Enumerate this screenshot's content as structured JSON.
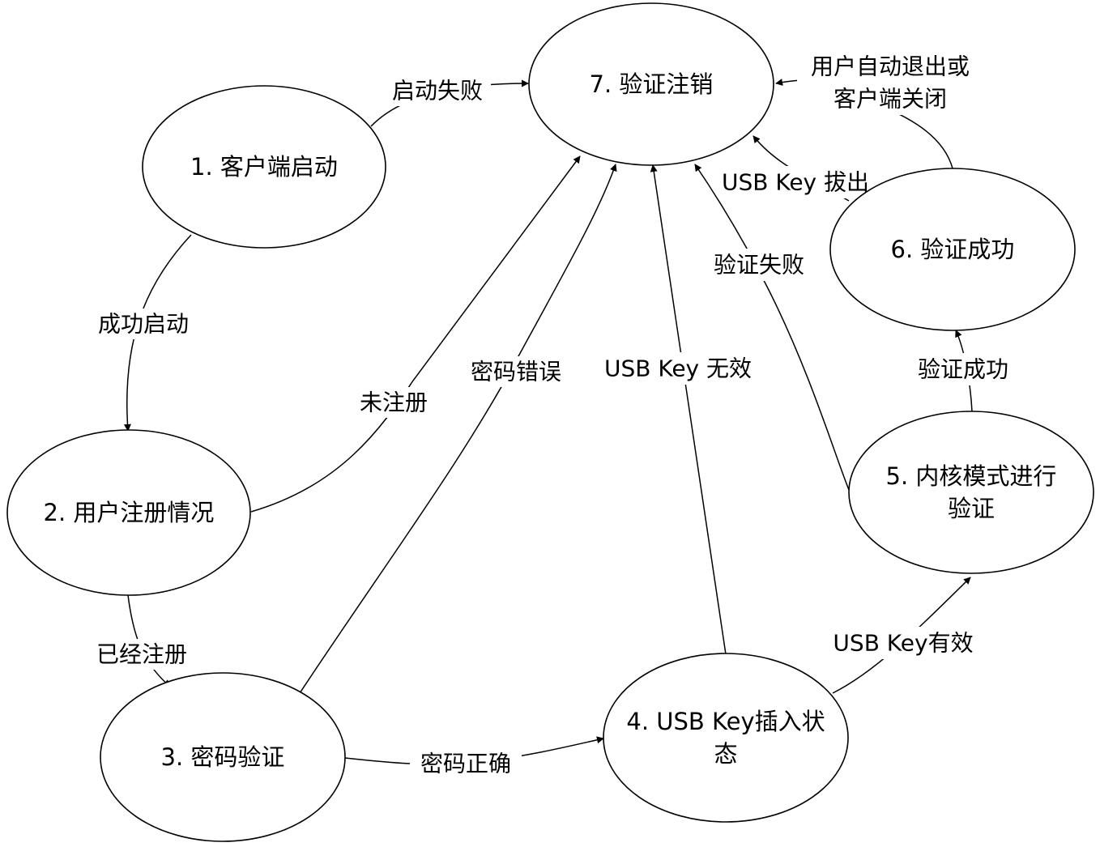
{
  "nodes": {
    "n1": {
      "label": "1. 客户端启动"
    },
    "n2": {
      "label": "2. 用户注册情况"
    },
    "n3": {
      "label": "3. 密码验证"
    },
    "n4": {
      "label_line1": "4. USB Key插入状",
      "label_line2": "态"
    },
    "n5": {
      "label_line1": "5. 内核模式进行",
      "label_line2": "验证"
    },
    "n6": {
      "label": "6. 验证成功"
    },
    "n7": {
      "label": "7. 验证注销"
    }
  },
  "edges": {
    "e1_7": {
      "label": "启动失败"
    },
    "e1_2": {
      "label": "成功启动"
    },
    "e2_7": {
      "label": "未注册"
    },
    "e2_3": {
      "label": "已经注册"
    },
    "e3_7": {
      "label": "密码错误"
    },
    "e3_4": {
      "label": "密码正确"
    },
    "e4_7": {
      "label": "USB Key 无效"
    },
    "e4_5": {
      "label": "USB Key有效"
    },
    "e5_7": {
      "label": "验证失败"
    },
    "e5_6": {
      "label": "验证成功"
    },
    "e6_7a": {
      "label": "USB Key 拔出"
    },
    "e6_7b": {
      "label_line1": "用户自动退出或",
      "label_line2": "客户端关闭"
    }
  }
}
